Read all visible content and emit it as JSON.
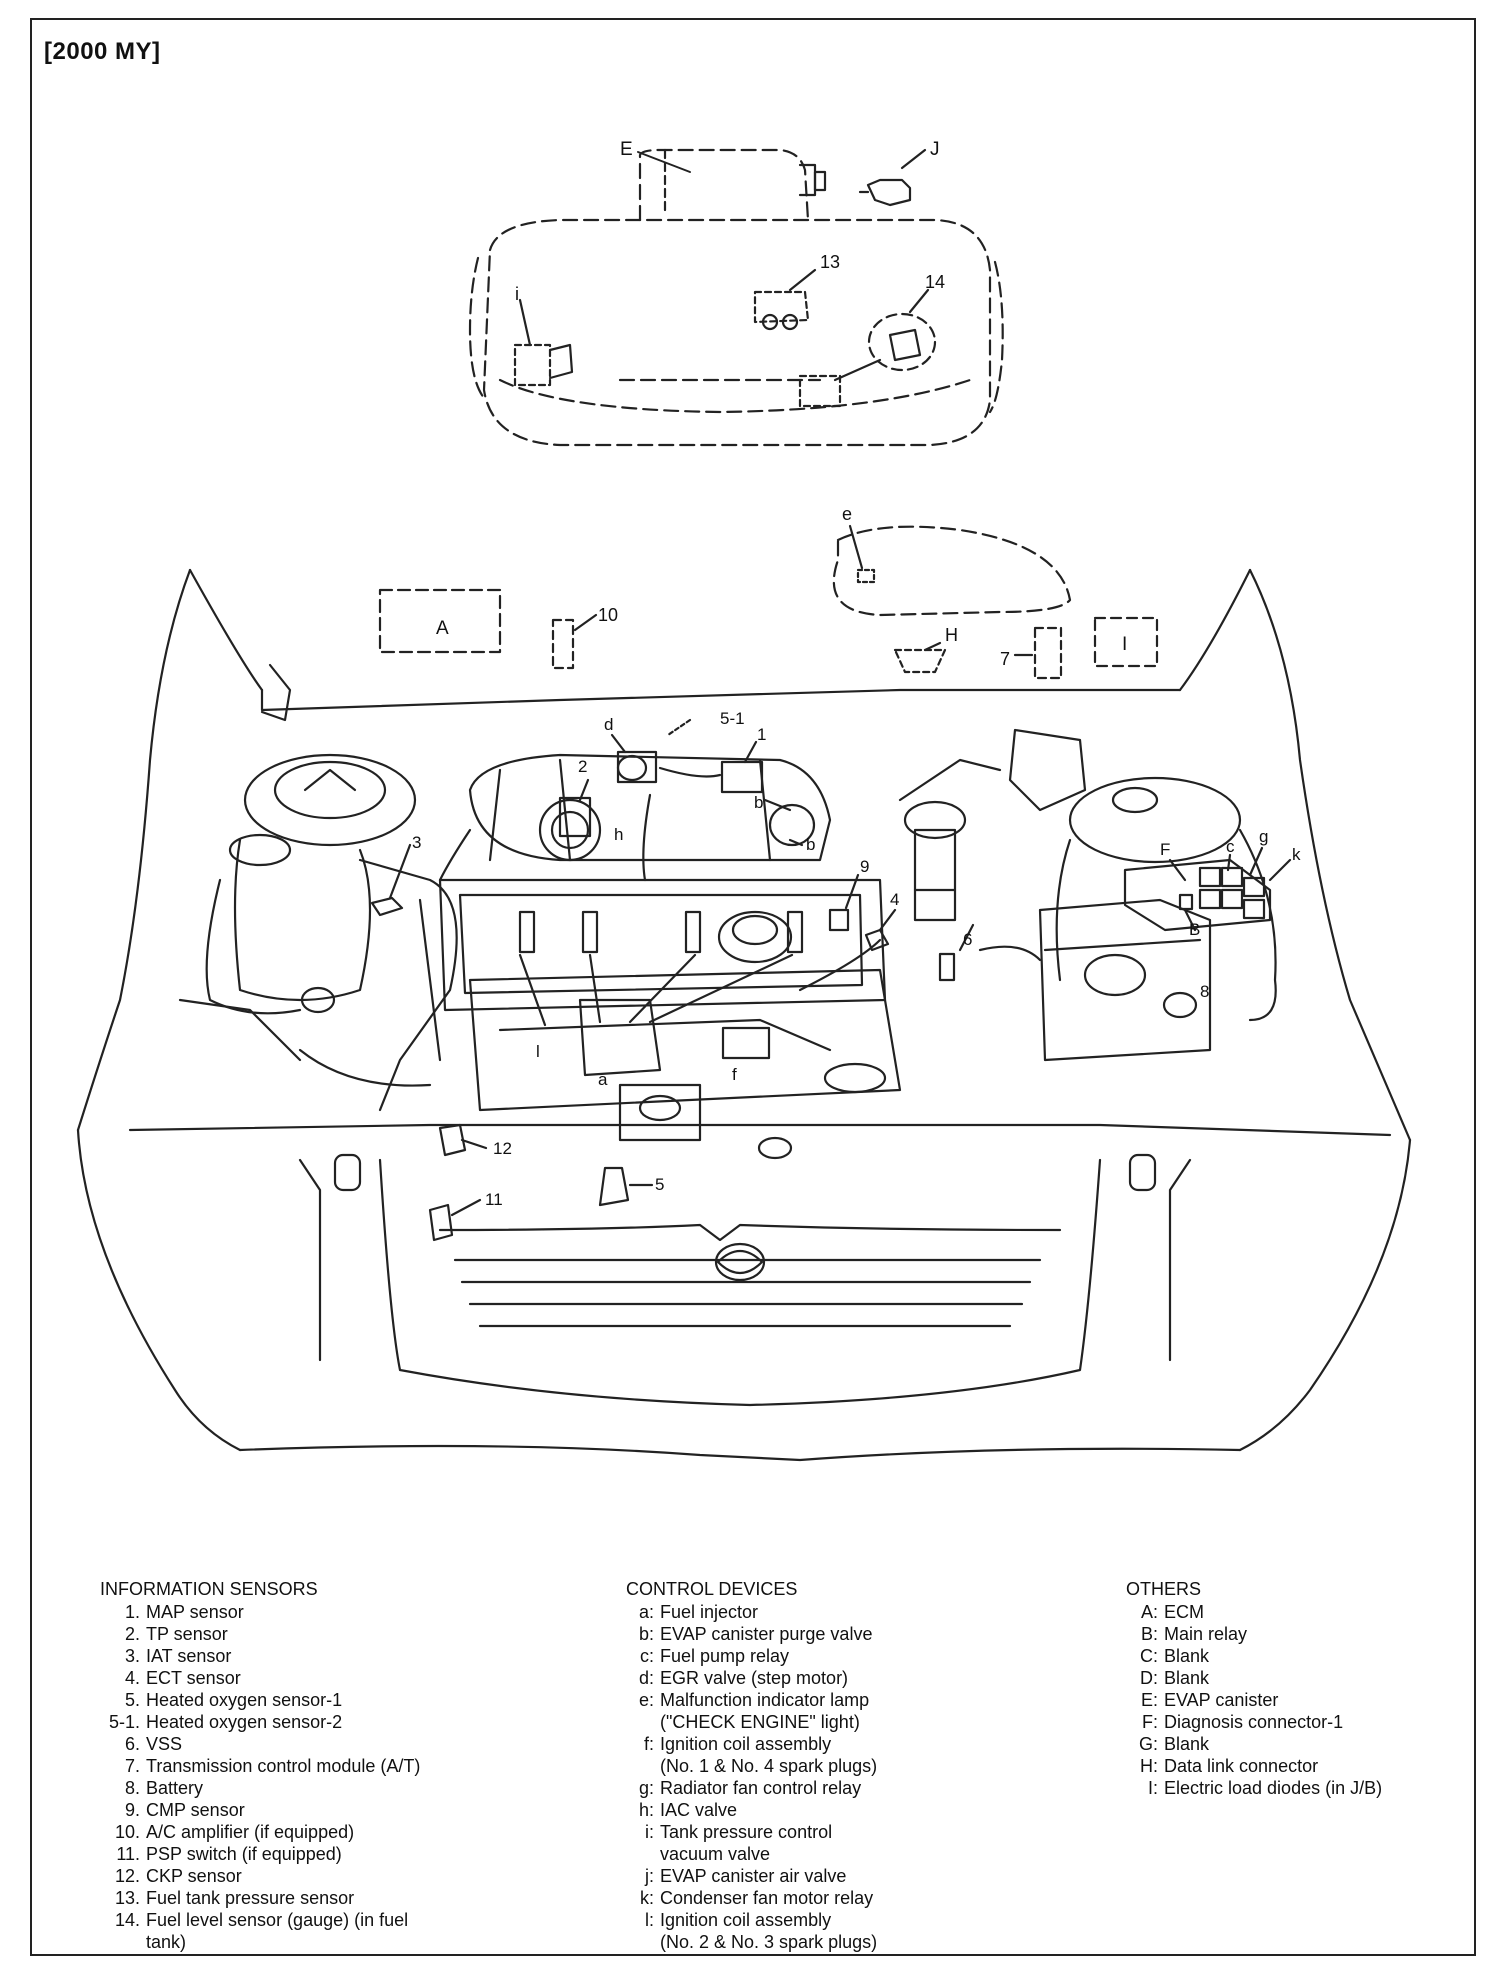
{
  "title": "[2000 MY]",
  "diagram_labels": {
    "E": "E",
    "J": "J",
    "i": "i",
    "n13": "13",
    "n14": "14",
    "e": "e",
    "A": "A",
    "n10": "10",
    "H": "H",
    "n7": "7",
    "I": "I",
    "d": "d",
    "n5_1": "5-1",
    "n1": "1",
    "n2": "2",
    "n3": "3",
    "h": "h",
    "b1": "b",
    "b2": "b",
    "n9": "9",
    "n4": "4",
    "n6": "6",
    "F": "F",
    "c": "c",
    "g": "g",
    "k": "k",
    "B": "B",
    "n8": "8",
    "a": "a",
    "l": "l",
    "f": "f",
    "n12": "12",
    "n11": "11",
    "n5": "5"
  },
  "legend": {
    "info": {
      "title": "INFORMATION SENSORS",
      "items": [
        {
          "key": "1.",
          "text": "MAP sensor"
        },
        {
          "key": "2.",
          "text": "TP sensor"
        },
        {
          "key": "3.",
          "text": "IAT sensor"
        },
        {
          "key": "4.",
          "text": "ECT sensor"
        },
        {
          "key": "5.",
          "text": "Heated oxygen sensor-1"
        },
        {
          "key": "5-1.",
          "text": "Heated oxygen sensor-2"
        },
        {
          "key": "6.",
          "text": "VSS"
        },
        {
          "key": "7.",
          "text": "Transmission control module (A/T)"
        },
        {
          "key": "8.",
          "text": "Battery"
        },
        {
          "key": "9.",
          "text": "CMP sensor"
        },
        {
          "key": "10.",
          "text": "A/C amplifier (if equipped)"
        },
        {
          "key": "11.",
          "text": "PSP switch (if equipped)"
        },
        {
          "key": "12.",
          "text": "CKP sensor"
        },
        {
          "key": "13.",
          "text": "Fuel tank pressure sensor"
        },
        {
          "key": "14.",
          "text": "Fuel level sensor (gauge) (in fuel"
        },
        {
          "key": "",
          "text": "tank)"
        }
      ]
    },
    "control": {
      "title": "CONTROL DEVICES",
      "items": [
        {
          "key": "a:",
          "text": "Fuel injector"
        },
        {
          "key": "b:",
          "text": "EVAP canister purge valve"
        },
        {
          "key": "c:",
          "text": "Fuel pump relay"
        },
        {
          "key": "d:",
          "text": "EGR valve (step motor)"
        },
        {
          "key": "e:",
          "text": "Malfunction indicator lamp"
        },
        {
          "key": "",
          "text": "(\"CHECK ENGINE\" light)"
        },
        {
          "key": "f:",
          "text": "Ignition coil assembly"
        },
        {
          "key": "",
          "text": "(No. 1 & No. 4 spark plugs)"
        },
        {
          "key": "g:",
          "text": "Radiator fan control relay"
        },
        {
          "key": "h:",
          "text": "IAC valve"
        },
        {
          "key": "i:",
          "text": "Tank pressure control"
        },
        {
          "key": "",
          "text": "vacuum valve"
        },
        {
          "key": "j:",
          "text": "EVAP canister air valve"
        },
        {
          "key": "k:",
          "text": "Condenser fan motor relay"
        },
        {
          "key": "l:",
          "text": "Ignition coil assembly"
        },
        {
          "key": "",
          "text": "(No. 2 & No. 3 spark plugs)"
        }
      ]
    },
    "others": {
      "title": "OTHERS",
      "items": [
        {
          "key": "A:",
          "text": "ECM"
        },
        {
          "key": "B:",
          "text": "Main relay"
        },
        {
          "key": "C:",
          "text": "Blank"
        },
        {
          "key": "D:",
          "text": "Blank"
        },
        {
          "key": "E:",
          "text": "EVAP canister"
        },
        {
          "key": "F:",
          "text": "Diagnosis connector-1"
        },
        {
          "key": "G:",
          "text": "Blank"
        },
        {
          "key": "H:",
          "text": "Data link connector"
        },
        {
          "key": "I:",
          "text": "Electric load diodes (in J/B)"
        }
      ]
    }
  }
}
